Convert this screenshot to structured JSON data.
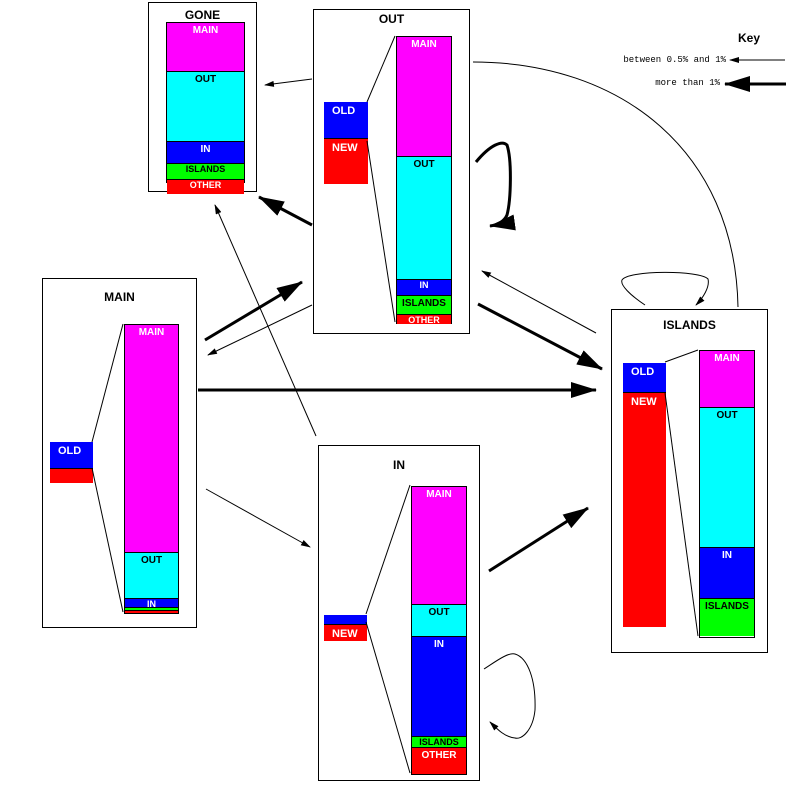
{
  "colors": {
    "main": "#ff00ff",
    "out": "#00ffff",
    "in": "#0000ff",
    "islands": "#00ff00",
    "other": "#ff0000",
    "old": "#0000ff",
    "new": "#ff0000"
  },
  "key": {
    "title": "Key",
    "items": [
      {
        "label": "between 0.5% and 1%",
        "weight": "thin"
      },
      {
        "label": "more than 1%",
        "weight": "thick"
      }
    ]
  },
  "nodes": {
    "gone": {
      "title": "GONE",
      "old_new": [],
      "composition": [
        {
          "label": "MAIN",
          "key": "main",
          "share": 0.31
        },
        {
          "label": "OUT",
          "key": "out",
          "share": 0.44
        },
        {
          "label": "IN",
          "key": "in",
          "share": 0.14
        },
        {
          "label": "ISLANDS",
          "key": "islands",
          "share": 0.1
        },
        {
          "label": "OTHER",
          "key": "other",
          "share": 0.09
        }
      ]
    },
    "out": {
      "title": "OUT",
      "old_new": [
        {
          "label": "OLD",
          "key": "old",
          "share": 0.44
        },
        {
          "label": "NEW",
          "key": "new",
          "share": 0.56
        }
      ],
      "composition": [
        {
          "label": "MAIN",
          "key": "main",
          "share": 0.42
        },
        {
          "label": "OUT",
          "key": "out",
          "share": 0.43
        },
        {
          "label": "IN",
          "key": "in",
          "share": 0.055
        },
        {
          "label": "ISLANDS",
          "key": "islands",
          "share": 0.065
        },
        {
          "label": "OTHER",
          "key": "other",
          "share": 0.03
        }
      ]
    },
    "main": {
      "title": "MAIN",
      "old_new": [
        {
          "label": "OLD",
          "key": "old",
          "share": 0.63
        },
        {
          "label": "",
          "key": "new",
          "share": 0.37
        }
      ],
      "composition": [
        {
          "label": "MAIN",
          "key": "main",
          "share": 0.79
        },
        {
          "label": "OUT",
          "key": "out",
          "share": 0.16
        },
        {
          "label": "IN",
          "key": "in",
          "share": 0.03
        },
        {
          "label": "",
          "key": "islands",
          "share": 0.012
        },
        {
          "label": "",
          "key": "other",
          "share": 0.008
        }
      ]
    },
    "in": {
      "title": "IN",
      "old_new": [
        {
          "label": "",
          "key": "old",
          "share": 0.33
        },
        {
          "label": "NEW",
          "key": "new",
          "share": 0.67
        }
      ],
      "composition": [
        {
          "label": "MAIN",
          "key": "main",
          "share": 0.41
        },
        {
          "label": "OUT",
          "key": "out",
          "share": 0.11
        },
        {
          "label": "IN",
          "key": "in",
          "share": 0.35
        },
        {
          "label": "ISLANDS",
          "key": "islands",
          "share": 0.04
        },
        {
          "label": "OTHER",
          "key": "other",
          "share": 0.09
        }
      ]
    },
    "islands": {
      "title": "ISLANDS",
      "old_new": [
        {
          "label": "OLD",
          "key": "old",
          "share": 0.11
        },
        {
          "label": "NEW",
          "key": "new",
          "share": 0.89
        }
      ],
      "composition": [
        {
          "label": "MAIN",
          "key": "main",
          "share": 0.2
        },
        {
          "label": "OUT",
          "key": "out",
          "share": 0.49
        },
        {
          "label": "IN",
          "key": "in",
          "share": 0.18
        },
        {
          "label": "ISLANDS",
          "key": "islands",
          "share": 0.13
        }
      ]
    }
  },
  "flows": [
    {
      "from": "main",
      "to": "out",
      "weight": "thick"
    },
    {
      "from": "out",
      "to": "main",
      "weight": "thin"
    },
    {
      "from": "main",
      "to": "islands",
      "weight": "thick"
    },
    {
      "from": "main",
      "to": "in",
      "weight": "thin"
    },
    {
      "from": "out",
      "to": "gone",
      "weight": "thick"
    },
    {
      "from": "out",
      "to": "gone",
      "weight": "thin"
    },
    {
      "from": "out",
      "to": "out",
      "weight": "thick"
    },
    {
      "from": "out",
      "to": "islands",
      "weight": "thick"
    },
    {
      "from": "islands",
      "to": "out",
      "weight": "thin"
    },
    {
      "from": "islands",
      "to": "out",
      "weight": "thin",
      "curved": true
    },
    {
      "from": "islands",
      "to": "islands",
      "weight": "thin"
    },
    {
      "from": "in",
      "to": "gone",
      "weight": "thin"
    },
    {
      "from": "in",
      "to": "islands",
      "weight": "thick"
    },
    {
      "from": "in",
      "to": "in",
      "weight": "thin"
    }
  ]
}
